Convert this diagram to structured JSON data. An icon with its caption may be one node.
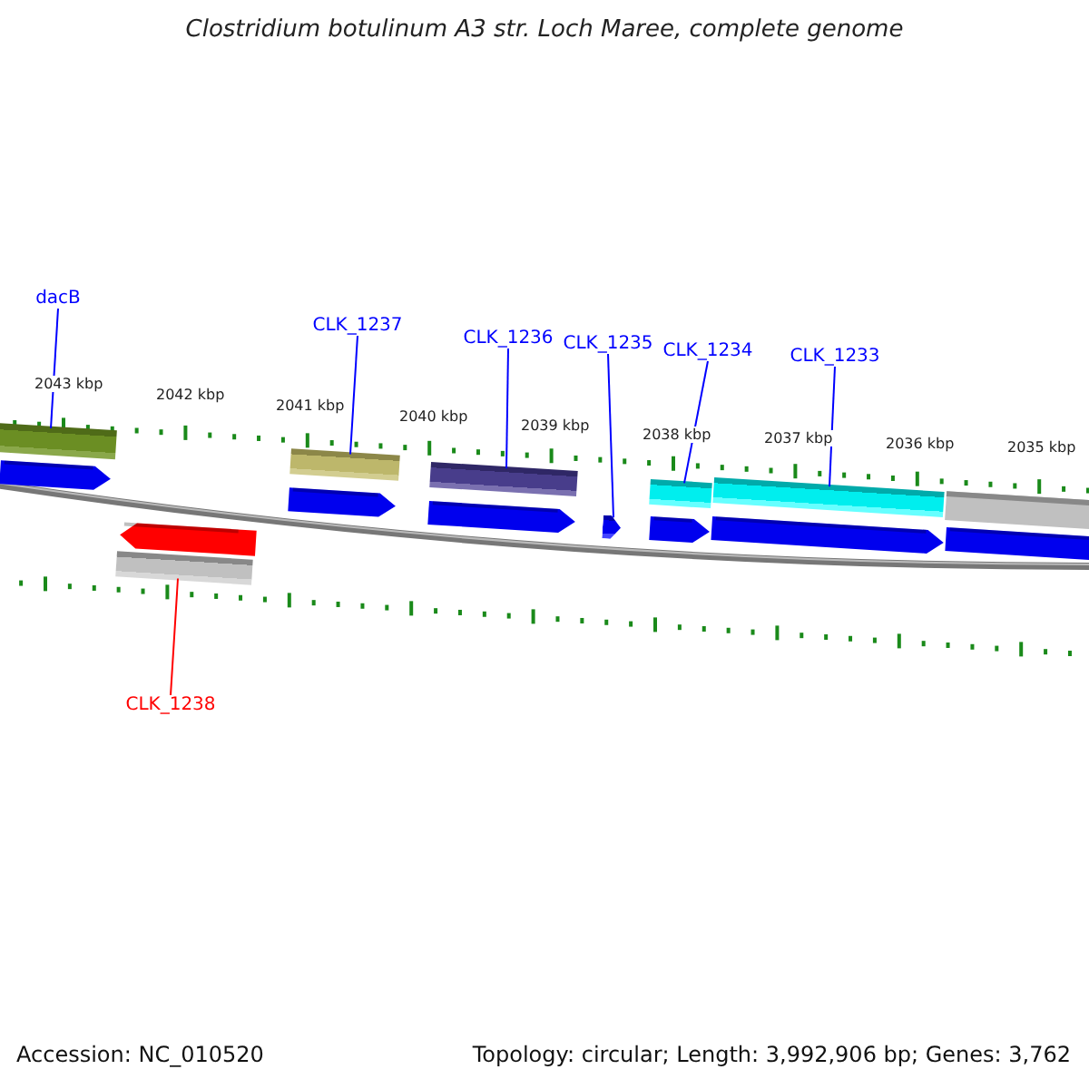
{
  "diagram": {
    "title": "Clostridium botulinum A3 str. Loch Maree, complete genome",
    "nodes": [
      {
        "text": [
          "dacB"
        ]
      },
      {
        "text": [],
        "shape": "bar"
      },
      {
        "text": [
          "CLK_1237"
        ]
      },
      {
        "text": [],
        "shape": "bar"
      },
      {
        "text": [
          "CLK_1236"
        ]
      },
      {
        "text": [],
        "shape": "bar"
      },
      {
        "text": [
          "CLK_1235"
        ]
      },
      {
        "text": [],
        "shape": "arrow"
      },
      {
        "text": [
          "CLK_1234"
        ]
      },
      {
        "text": [],
        "shape": "bar"
      },
      {
        "text": [
          "CLK_1233"
        ]
      },
      {
        "text": [],
        "shape": "bar"
      },
      {
        "text": [
          "CLK_1238"
        ]
      },
      {
        "text": [],
        "shape": "bar"
      }
    ],
    "edges": [
      {
        "from": 0,
        "to": 1,
        "arrow": "none"
      },
      {
        "from": 2,
        "to": 3,
        "arrow": "none"
      },
      {
        "from": 4,
        "to": 5,
        "arrow": "none"
      },
      {
        "from": 6,
        "to": 7,
        "arrow": "none"
      },
      {
        "from": 8,
        "to": 9,
        "arrow": "none"
      },
      {
        "from": 10,
        "to": 11,
        "arrow": "none"
      },
      {
        "from": 12,
        "to": 13,
        "arrow": "none",
        "color": "#ff0000"
      }
    ],
    "labels": [
      "2043 kbp",
      "2042 kbp",
      "2041 kbp",
      "2040 kbp",
      "2039 kbp",
      "2038 kbp",
      "2037 kbp",
      "2036 kbp",
      "2035 kbp",
      "Accession: NC_010520",
      "Topology: circular; Length: 3,992,906 bp; Genes: 3,762"
    ]
  }
}
